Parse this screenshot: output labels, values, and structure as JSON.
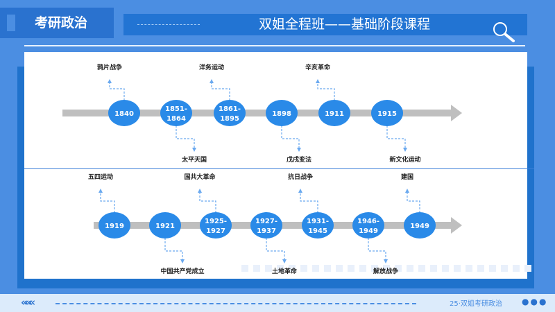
{
  "header": {
    "brand": "考研政治",
    "title": "双姐全程班——基础阶段课程",
    "search_icon": "search-icon"
  },
  "colors": {
    "accent": "#2a8ae8",
    "bar": "#bfbfbf",
    "background": "#4b8ee2"
  },
  "timeline": [
    [
      {
        "year": "1840",
        "label": "鸦片战争",
        "dir": "up"
      },
      {
        "year": "1851-\n1864",
        "label": "太平天国",
        "dir": "down"
      },
      {
        "year": "1861-\n1895",
        "label": "洋务运动",
        "dir": "up"
      },
      {
        "year": "1898",
        "label": "戊戌变法",
        "dir": "down"
      },
      {
        "year": "1911",
        "label": "辛亥革命",
        "dir": "up"
      },
      {
        "year": "1915",
        "label": "新文化运动",
        "dir": "down"
      }
    ],
    [
      {
        "year": "1919",
        "label": "五四运动",
        "dir": "up"
      },
      {
        "year": "1921",
        "label": "中国共产党成立",
        "dir": "down"
      },
      {
        "year": "1925-\n1927",
        "label": "国共大革命",
        "dir": "up"
      },
      {
        "year": "1927-\n1937",
        "label": "土地革命",
        "dir": "down"
      },
      {
        "year": "1931-\n1945",
        "label": "抗日战争",
        "dir": "up"
      },
      {
        "year": "1946-\n1949",
        "label": "解放战争",
        "dir": "down"
      },
      {
        "year": "1949",
        "label": "建国",
        "dir": "up"
      }
    ]
  ],
  "footer": {
    "page": "25·双姐考研政治",
    "prev_icon": "«««",
    "dots": "●●●"
  }
}
